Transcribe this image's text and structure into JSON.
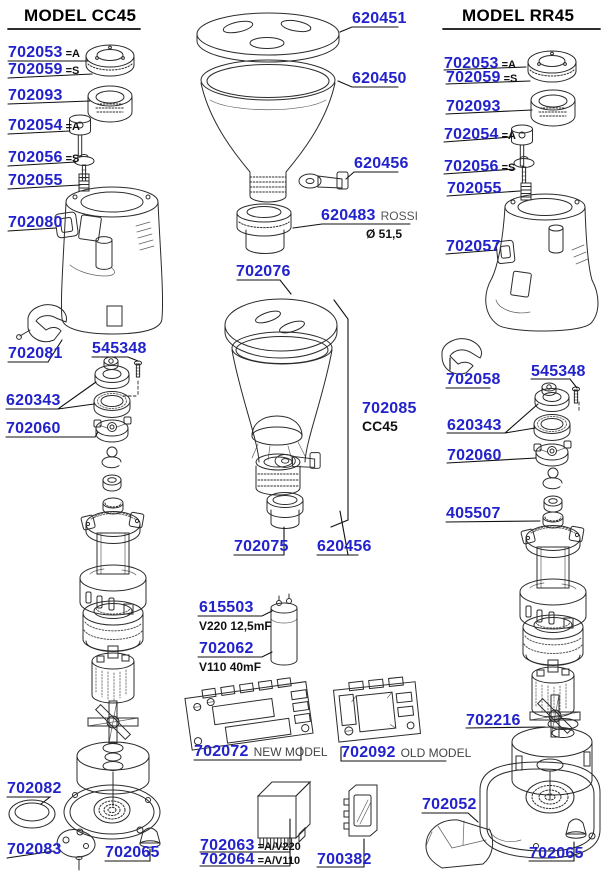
{
  "palette": {
    "link_blue": "#2222cc",
    "line_black": "#101010",
    "part_gray": "#c6c6c6",
    "lid_dark_gray": "#8a8a8a"
  },
  "cc": {
    "title": "MODEL CC45",
    "l702053": {
      "num": "702053",
      "sfx": "=A"
    },
    "l702059": {
      "num": "702059",
      "sfx": "=S"
    },
    "l702093": {
      "num": "702093"
    },
    "l702054": {
      "num": "702054",
      "sfx": "=A"
    },
    "l702056": {
      "num": "702056",
      "sfx": "=S"
    },
    "l702055": {
      "num": "702055"
    },
    "l702080": {
      "num": "702080"
    },
    "l702081": {
      "num": "702081"
    },
    "l545348": {
      "num": "545348"
    },
    "l620343": {
      "num": "620343"
    },
    "l702060": {
      "num": "702060"
    },
    "l702082": {
      "num": "702082"
    },
    "l702083": {
      "num": "702083"
    },
    "l702065": {
      "num": "702065"
    }
  },
  "mid": {
    "l620451": {
      "num": "620451"
    },
    "l620450": {
      "num": "620450"
    },
    "l620456_top": {
      "num": "620456"
    },
    "l620483": {
      "num": "620483",
      "note": "ROSSI",
      "diameter": "Ø 51,5"
    },
    "l702076": {
      "num": "702076"
    },
    "l702085": {
      "num": "702085",
      "note": "CC45"
    },
    "l702075": {
      "num": "702075"
    },
    "l620456_bottom": {
      "num": "620456"
    },
    "l615503": {
      "num": "615503",
      "note": "V220 12,5mF"
    },
    "l702062": {
      "num": "702062",
      "note": "V110 40mF"
    },
    "l702072": {
      "num": "702072",
      "note": "NEW MODEL"
    },
    "l702092": {
      "num": "702092",
      "note": "OLD MODEL"
    },
    "l702063": {
      "num": "702063",
      "sfx": "=A/V220"
    },
    "l702064": {
      "num": "702064",
      "sfx": "=A/V110"
    },
    "l700382": {
      "num": "700382"
    }
  },
  "rr": {
    "title": "MODEL RR45",
    "l702053": {
      "num": "702053",
      "sfx": "=A"
    },
    "l702059": {
      "num": "702059",
      "sfx": "=S"
    },
    "l702093": {
      "num": "702093"
    },
    "l702054": {
      "num": "702054",
      "sfx": "=A"
    },
    "l702056": {
      "num": "702056",
      "sfx": "=S"
    },
    "l702055": {
      "num": "702055"
    },
    "l702057": {
      "num": "702057"
    },
    "l702058": {
      "num": "702058"
    },
    "l545348": {
      "num": "545348"
    },
    "l620343": {
      "num": "620343"
    },
    "l702060": {
      "num": "702060"
    },
    "l405507": {
      "num": "405507"
    },
    "l702216": {
      "num": "702216"
    },
    "l702052": {
      "num": "702052"
    },
    "l702065": {
      "num": "702065"
    }
  }
}
